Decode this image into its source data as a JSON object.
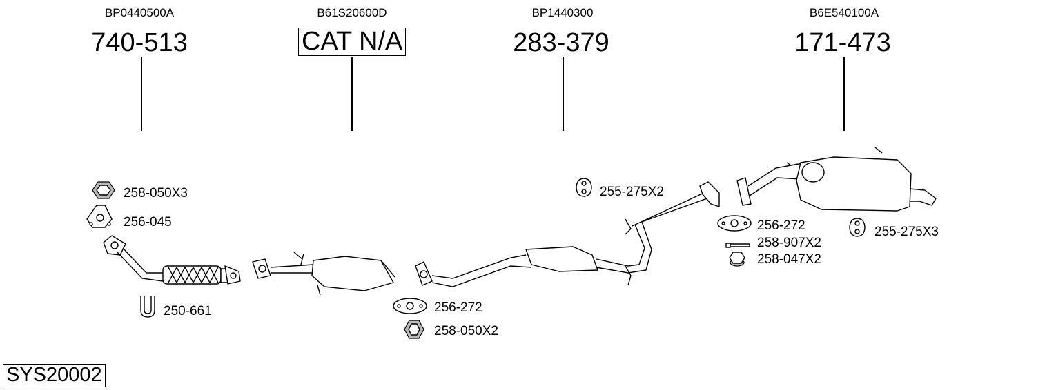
{
  "system_code": "SYS20002",
  "parts": [
    {
      "oe": "BP0440500A",
      "number": "740-513",
      "boxed": false
    },
    {
      "oe": "B61S20600D",
      "number": "CAT N/A",
      "boxed": true
    },
    {
      "oe": "BP1440300",
      "number": "283-379",
      "boxed": false
    },
    {
      "oe": "B6E540100A",
      "number": "171-473",
      "boxed": false
    }
  ],
  "accessories": [
    {
      "label": "258-050X3",
      "icon": "hex-nut-icon"
    },
    {
      "label": "256-045",
      "icon": "flange-gasket-icon"
    },
    {
      "label": "250-661",
      "icon": "u-clamp-icon"
    },
    {
      "label": "256-272",
      "icon": "oval-gasket-icon"
    },
    {
      "label": "258-050X2",
      "icon": "hex-nut-icon"
    },
    {
      "label": "255-275X2",
      "icon": "rubber-hanger-icon"
    },
    {
      "label": "256-272",
      "icon": "oval-gasket-icon"
    },
    {
      "label": "258-907X2",
      "icon": "bolt-icon"
    },
    {
      "label": "258-047X2",
      "icon": "flange-nut-icon"
    },
    {
      "label": "255-275X3",
      "icon": "rubber-hanger-icon"
    }
  ]
}
